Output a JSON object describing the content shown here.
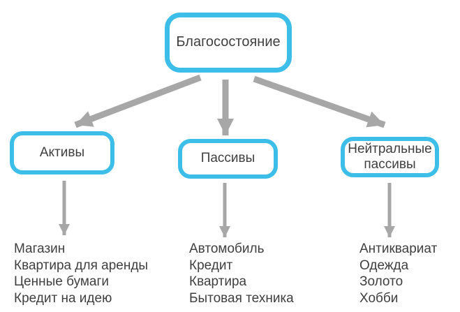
{
  "diagram": {
    "root": {
      "label": "Благосостояние"
    },
    "branches": [
      {
        "label": "Активы",
        "items": [
          "Магазин",
          "Квартира для аренды",
          "Ценные бумаги",
          "Кредит на идею"
        ]
      },
      {
        "label": "Пассивы",
        "items": [
          "Автомобиль",
          "Кредит",
          "Квартира",
          "Бытовая техника"
        ]
      },
      {
        "label": "Нейтральные пассивы",
        "items": [
          "Антиквариат",
          "Одежда",
          "Золото",
          "Хобби"
        ]
      }
    ]
  },
  "colors": {
    "box_border": "#3CBEE9",
    "arrow": "#A7A7A7",
    "text": "#3F3F3F",
    "background": "#FFFFFF"
  }
}
